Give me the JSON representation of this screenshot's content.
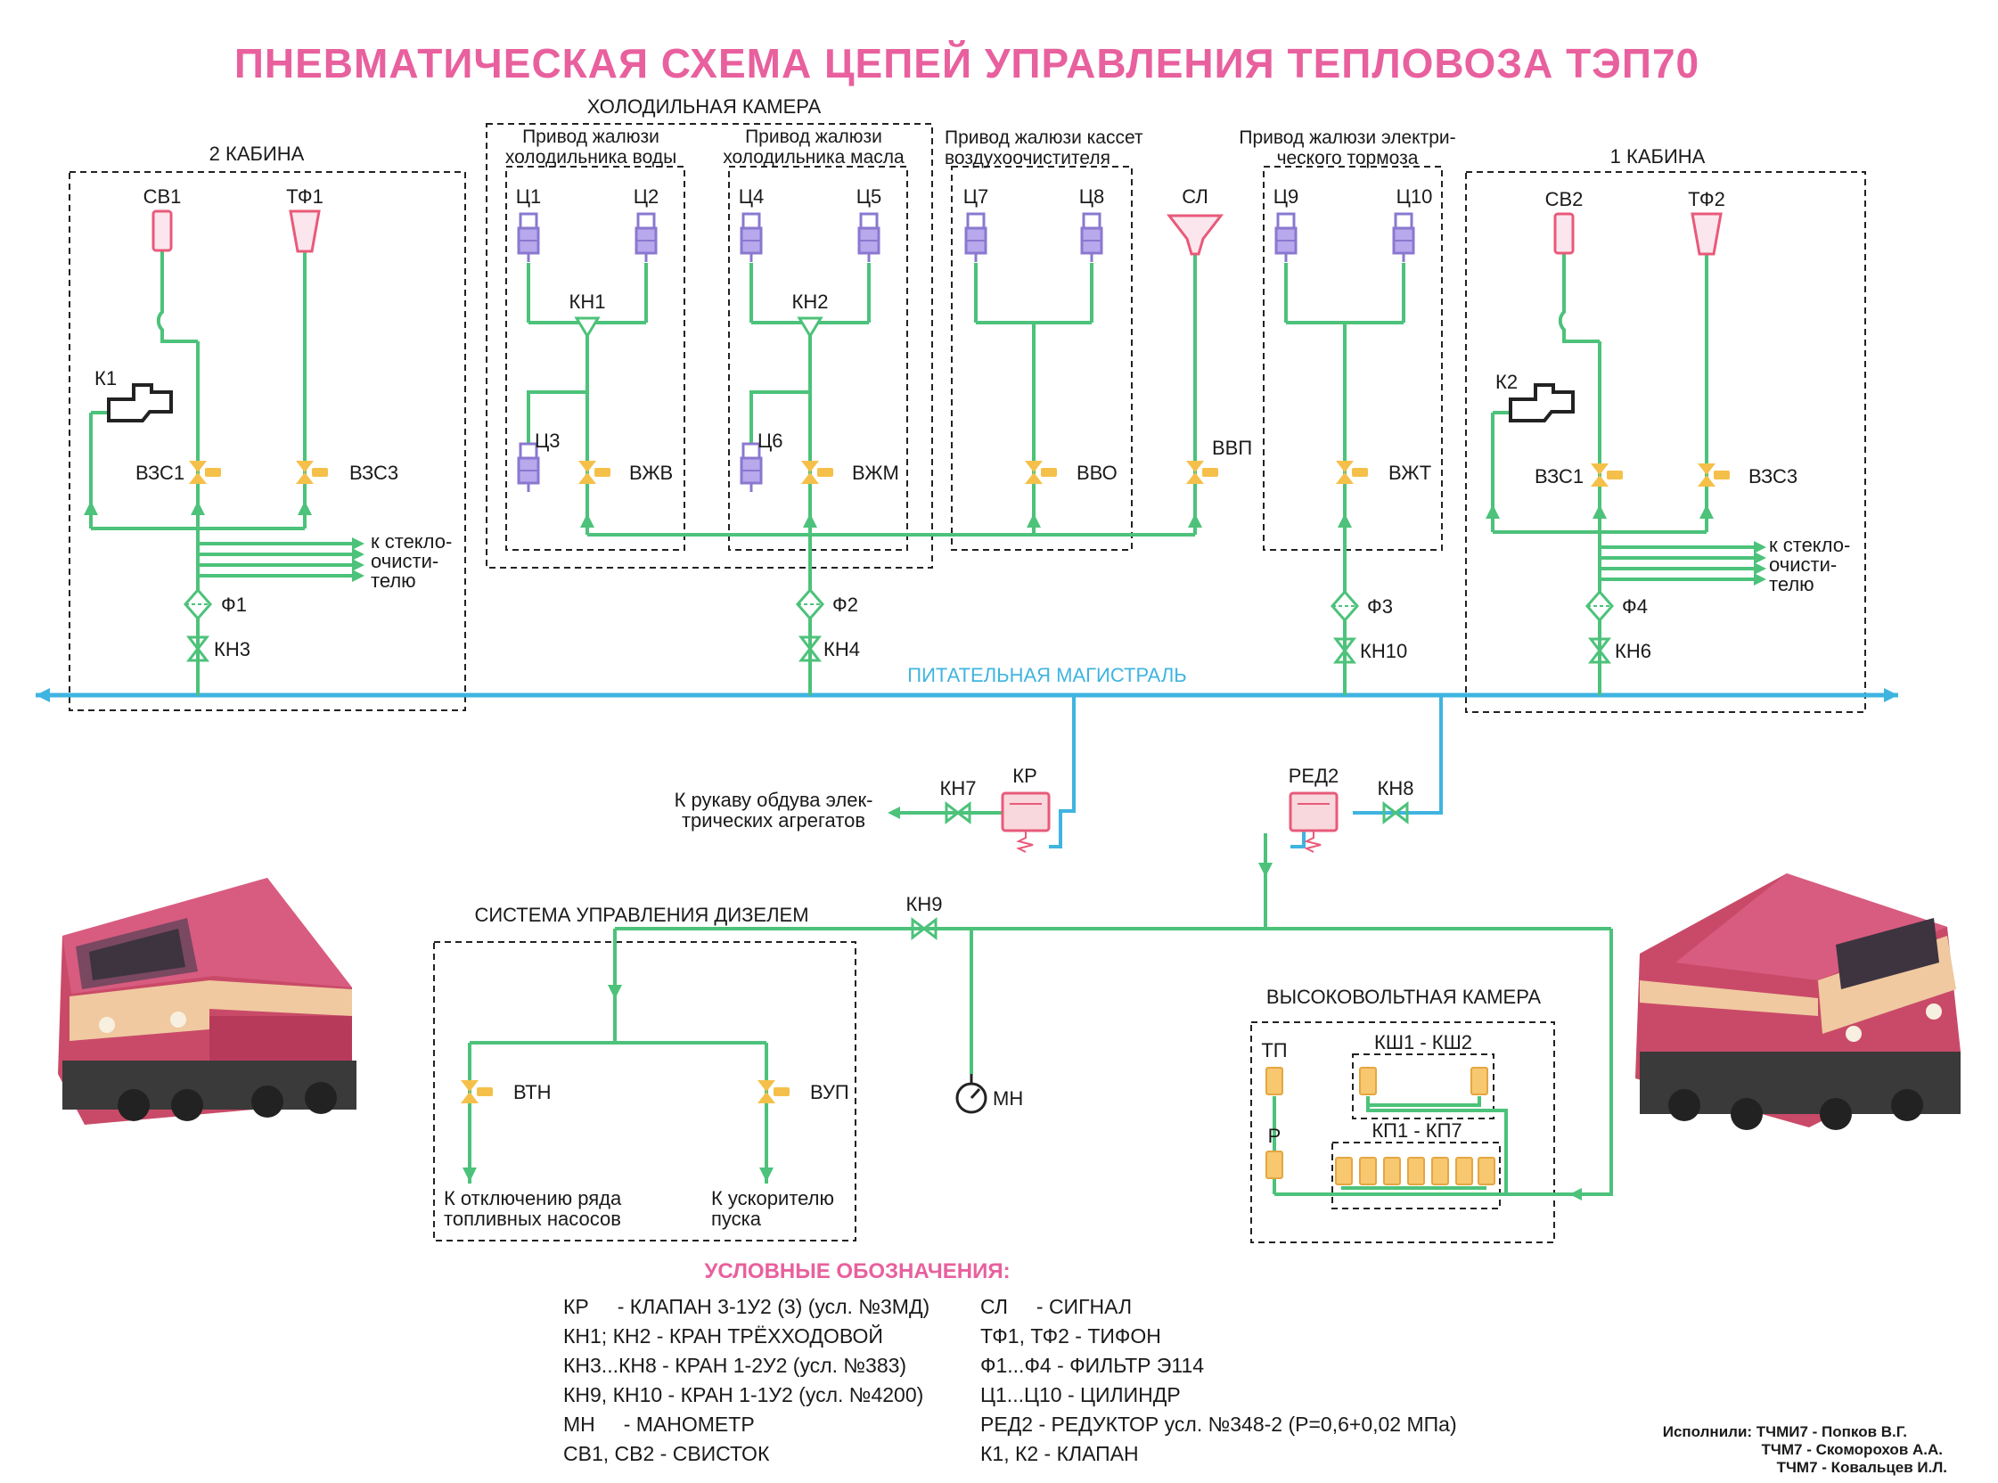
{
  "title": "ПНЕВМАТИЧЕСКАЯ СХЕМА ЦЕПЕЙ УПРАВЛЕНИЯ ТЕПЛОВОЗА ТЭП70",
  "colors": {
    "title": "#e8609e",
    "green_line": "#4cc27a",
    "blue_line": "#3fb4e0",
    "cylinder": "#8a78d0",
    "valve": "#f5c04a",
    "pink_device": "#e85a7a"
  },
  "sections": {
    "cab2": "2 КАБИНА",
    "cab1": "1 КАБИНА",
    "cooling_chamber": "ХОЛОДИЛЬНАЯ КАМЕРА",
    "water_drive_1": "Привод жалюзи",
    "water_drive_2": "холодильника воды",
    "oil_drive_1": "Привод жалюзи",
    "oil_drive_2": "холодильника масла",
    "cassette_drive_1": "Привод жалюзи кассет",
    "cassette_drive_2": "воздухоочистителя",
    "brake_drive_1": "Привод жалюзи электри-",
    "brake_drive_2": "ческого тормоза",
    "diesel_control": "СИСТЕМА УПРАВЛЕНИЯ ДИЗЕЛЕМ",
    "hv_chamber": "ВЫСОКОВОЛЬТНАЯ КАМЕРА",
    "feed_line": "ПИТАТЕЛЬНАЯ МАГИСТРАЛЬ"
  },
  "labels": {
    "sv1": "СВ1",
    "tf1": "ТФ1",
    "k1": "К1",
    "vzs1_l": "ВЗС1",
    "vzs3_l": "ВЗС3",
    "f1": "Ф1",
    "kn3": "КН3",
    "wiper_l_1": "к стекло-",
    "wiper_l_2": "очисти-",
    "wiper_l_3": "телю",
    "c1": "Ц1",
    "c2": "Ц2",
    "kn1": "КН1",
    "c3": "Ц3",
    "vzhv": "ВЖВ",
    "c4": "Ц4",
    "c5": "Ц5",
    "kn2": "КН2",
    "c6": "Ц6",
    "vzhm": "ВЖМ",
    "f2": "Ф2",
    "kn4": "КН4",
    "c7": "Ц7",
    "c8": "Ц8",
    "vvo": "ВВО",
    "sl": "СЛ",
    "vvp": "ВВП",
    "c9": "Ц9",
    "c10": "Ц10",
    "vzht": "ВЖТ",
    "f3": "Ф3",
    "kn10": "КН10",
    "sv2": "СВ2",
    "tf2": "ТФ2",
    "k2": "К2",
    "vzs1_r": "ВЗС1",
    "vzs3_r": "ВЗС3",
    "f4": "Ф4",
    "kn6": "КН6",
    "wiper_r_1": "к стекло-",
    "wiper_r_2": "очисти-",
    "wiper_r_3": "телю",
    "kr": "КР",
    "kn7": "КН7",
    "blow_1": "К рукаву обдува элек-",
    "blow_2": "трических агрегатов",
    "red2": "РЕД2",
    "kn8": "КН8",
    "kn9": "КН9",
    "mn": "МН",
    "vtn": "ВТН",
    "vup": "ВУП",
    "pumps_1": "К отключению ряда",
    "pumps_2": "топливных насосов",
    "accel_1": "К ускорителю",
    "accel_2": "пуска",
    "tp": "ТП",
    "ksh": "КШ1 - КШ2",
    "p": "Р",
    "kp": "КП1 - КП7"
  },
  "legend": {
    "title": "УСЛОВНЫЕ ОБОЗНАЧЕНИЯ:",
    "left": [
      "КР     - КЛАПАН 3-1У2 (3) (усл. №3МД)",
      "КН1; КН2 - КРАН ТРЁХХОДОВОЙ",
      "КН3...КН8 - КРАН 1-2У2 (усл. №383)",
      "КН9, КН10 - КРАН 1-1У2 (усл. №4200)",
      "МН     - МАНОМЕТР",
      "СВ1, СВ2 - СВИСТОК"
    ],
    "right": [
      "СЛ     - СИГНАЛ",
      "ТФ1, ТФ2 - ТИФОН",
      "Ф1...Ф4 - ФИЛЬТР Э114",
      "Ц1...Ц10 - ЦИЛИНДР",
      "РЕД2 - РЕДУКТОР усл. №348-2 (Р=0,6+0,02 МПа)",
      "К1, К2 - КЛАПАН"
    ]
  },
  "credits": {
    "line1": "Исполнили: ТЧМИ7 - Попков В.Г.",
    "line2": "ТЧМ7 - Скоморохов А.А.",
    "line3": "ТЧМ7 - Ковальцев И.Л."
  }
}
